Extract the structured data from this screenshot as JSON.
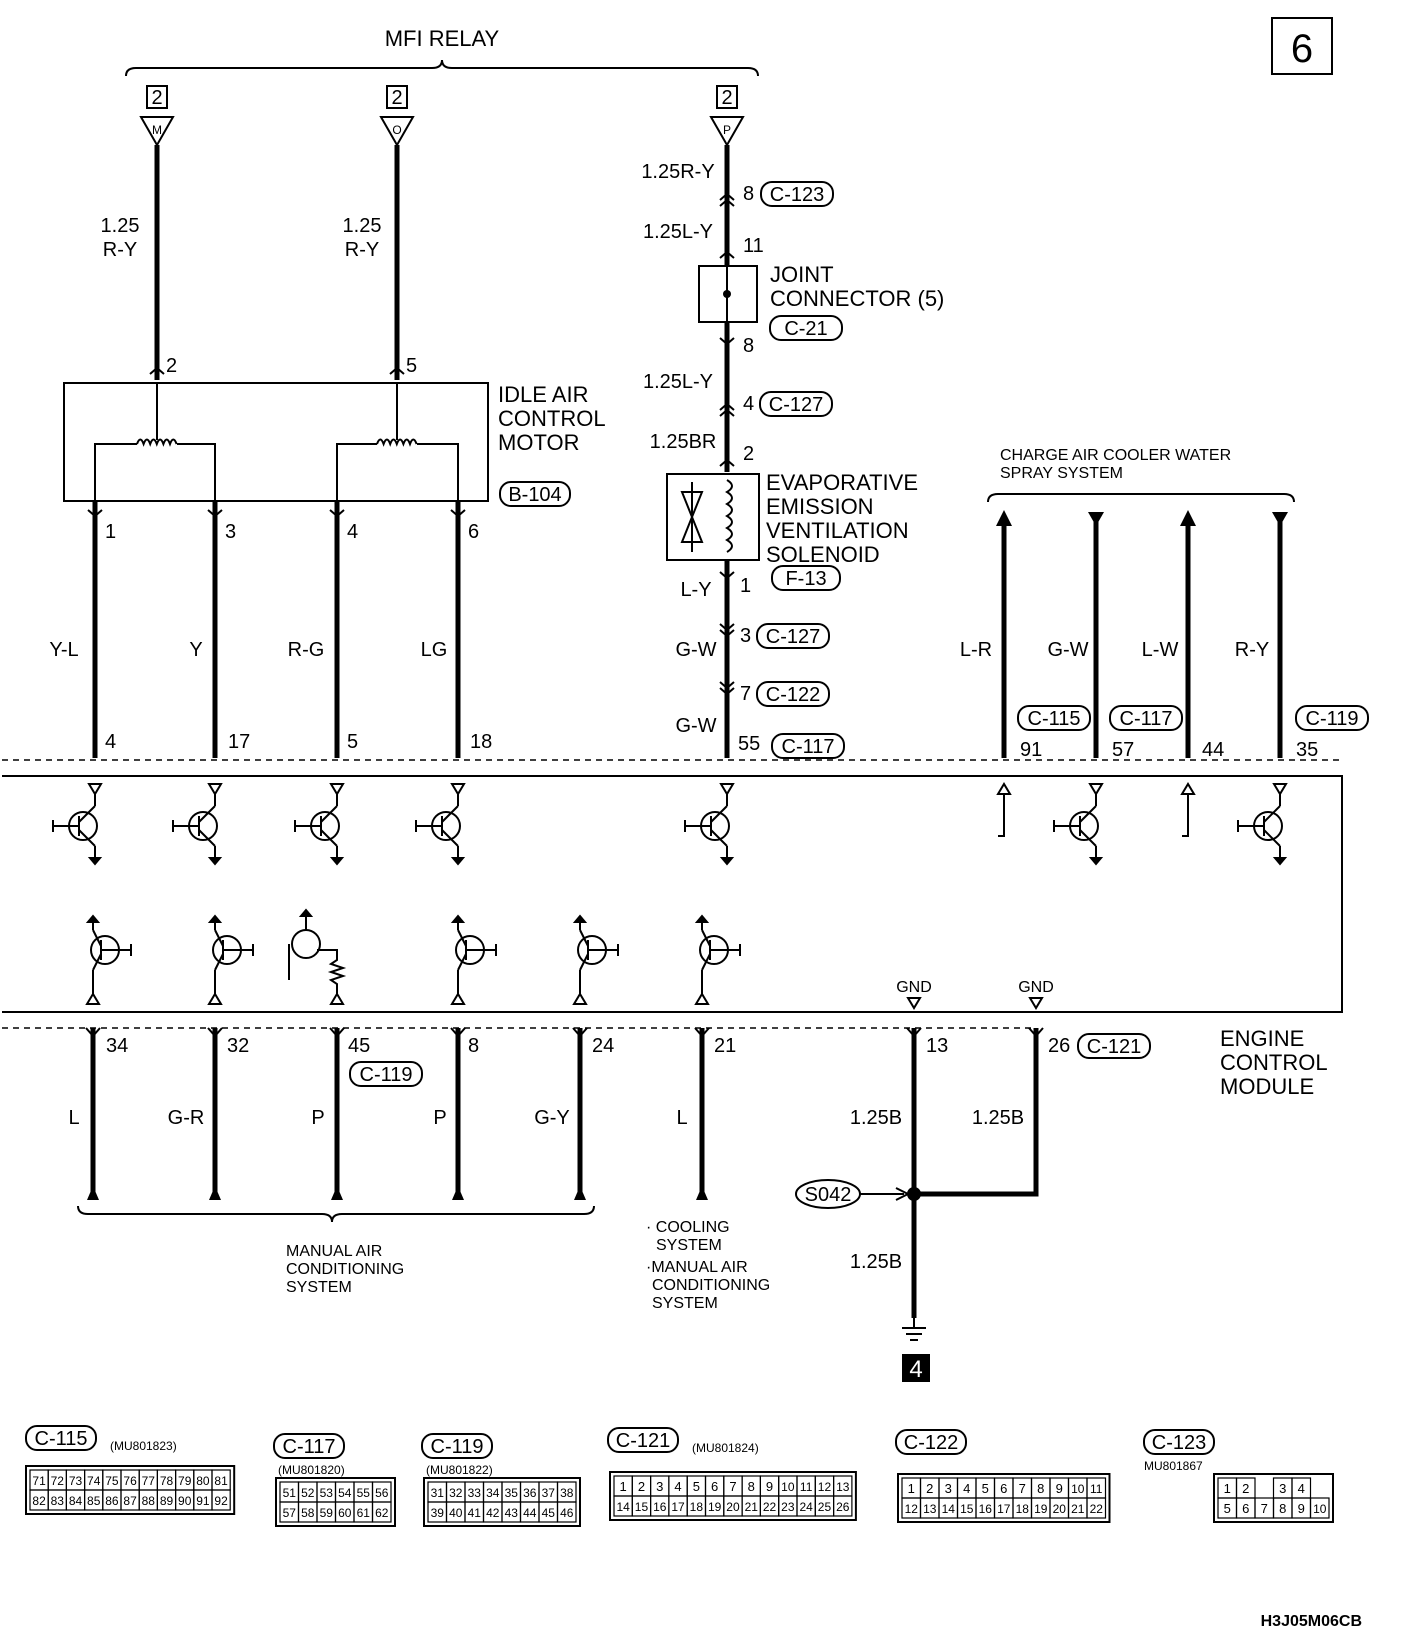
{
  "page_number": "6",
  "mfi_relay": {
    "label": "MFI RELAY",
    "ref": "2",
    "pins": [
      "M",
      "O",
      "P"
    ]
  },
  "idle_air": {
    "label": [
      "IDLE AIR",
      "CONTROL",
      "MOTOR"
    ],
    "connector": "B-104",
    "feed_pins": [
      "2",
      "5"
    ],
    "feed_wire": [
      "1.25",
      "R-Y"
    ],
    "out_pins": [
      "1",
      "3",
      "4",
      "6"
    ],
    "wires": [
      "Y-L",
      "Y",
      "R-G",
      "LG"
    ],
    "ecm_pins": [
      "4",
      "17",
      "5",
      "18"
    ]
  },
  "evap": {
    "wire_1": "1.25R-Y",
    "pin_1": "8",
    "conn_1": "C-123",
    "wire_2": "1.25L-Y",
    "pin_2": "11",
    "joint_label": [
      "JOINT",
      "CONNECTOR (5)"
    ],
    "joint_conn": "C-21",
    "pin_3": "8",
    "wire_3": "1.25L-Y",
    "pin_4": "4",
    "conn_2": "C-127",
    "wire_4": "1.25BR",
    "pin_5": "2",
    "solenoid_label": [
      "EVAPORATIVE",
      "EMISSION",
      "VENTILATION",
      "SOLENOID"
    ],
    "solenoid_conn": "F-13",
    "wire_5": "L-Y",
    "pin_6": "1",
    "pin_7": "3",
    "conn_3": "C-127",
    "wire_6": "G-W",
    "pin_8": "7",
    "conn_4": "C-122",
    "wire_7": "G-W",
    "pin_9": "55",
    "conn_5": "C-117"
  },
  "charge_air": {
    "label": [
      "CHARGE AIR COOLER WATER",
      "SPRAY SYSTEM"
    ],
    "wires": [
      "L-R",
      "G-W",
      "L-W",
      "R-Y"
    ],
    "conns": [
      "C-115",
      "C-117",
      "C-119"
    ],
    "pins": [
      "91",
      "57",
      "44",
      "35"
    ]
  },
  "ecm": {
    "label": [
      "ENGINE",
      "CONTROL",
      "MODULE"
    ],
    "gnd": "GND"
  },
  "bottom": {
    "pins": [
      "34",
      "32",
      "45",
      "8",
      "24",
      "21"
    ],
    "conn_119": "C-119",
    "wires": [
      "L",
      "G-R",
      "P",
      "P",
      "G-Y",
      "L"
    ],
    "manual_ac": [
      "MANUAL AIR",
      "CONDITIONING",
      "SYSTEM"
    ],
    "cooling": [
      "· COOLING",
      "SYSTEM",
      "·MANUAL AIR",
      "CONDITIONING",
      "SYSTEM"
    ]
  },
  "ground": {
    "pins": [
      "13",
      "26"
    ],
    "conn": "C-121",
    "wire": "1.25B",
    "splice": "S042",
    "ref": "4"
  },
  "connectors": [
    {
      "name": "C-115",
      "part": "(MU801823)",
      "rows": [
        [
          "71",
          "72",
          "73",
          "74",
          "75",
          "76",
          "77",
          "78",
          "79",
          "80",
          "81"
        ],
        [
          "82",
          "83",
          "84",
          "85",
          "86",
          "87",
          "88",
          "89",
          "90",
          "91",
          "92"
        ]
      ]
    },
    {
      "name": "C-117",
      "part": "(MU801820)",
      "rows": [
        [
          "51",
          "52",
          "53",
          "54",
          "55",
          "56"
        ],
        [
          "57",
          "58",
          "59",
          "60",
          "61",
          "62"
        ]
      ]
    },
    {
      "name": "C-119",
      "part": "(MU801822)",
      "rows": [
        [
          "31",
          "32",
          "33",
          "34",
          "35",
          "36",
          "37",
          "38"
        ],
        [
          "39",
          "40",
          "41",
          "42",
          "43",
          "44",
          "45",
          "46"
        ]
      ]
    },
    {
      "name": "C-121",
      "part": "(MU801824)",
      "rows": [
        [
          "1",
          "2",
          "3",
          "4",
          "5",
          "6",
          "7",
          "8",
          "9",
          "10",
          "11",
          "12",
          "13"
        ],
        [
          "14",
          "15",
          "16",
          "17",
          "18",
          "19",
          "20",
          "21",
          "22",
          "23",
          "24",
          "25",
          "26"
        ]
      ]
    },
    {
      "name": "C-122",
      "part": "",
      "rows": [
        [
          "1",
          "2",
          "3",
          "4",
          "5",
          "6",
          "7",
          "8",
          "9",
          "10",
          "11"
        ],
        [
          "12",
          "13",
          "14",
          "15",
          "16",
          "17",
          "18",
          "19",
          "20",
          "21",
          "22"
        ]
      ]
    },
    {
      "name": "C-123",
      "part": "MU801867",
      "rows": [
        [
          "1",
          "2",
          "",
          "3",
          "4"
        ],
        [
          "5",
          "6",
          "7",
          "8",
          "9",
          "10"
        ]
      ]
    }
  ],
  "diagram_code": "H3J05M06CB"
}
